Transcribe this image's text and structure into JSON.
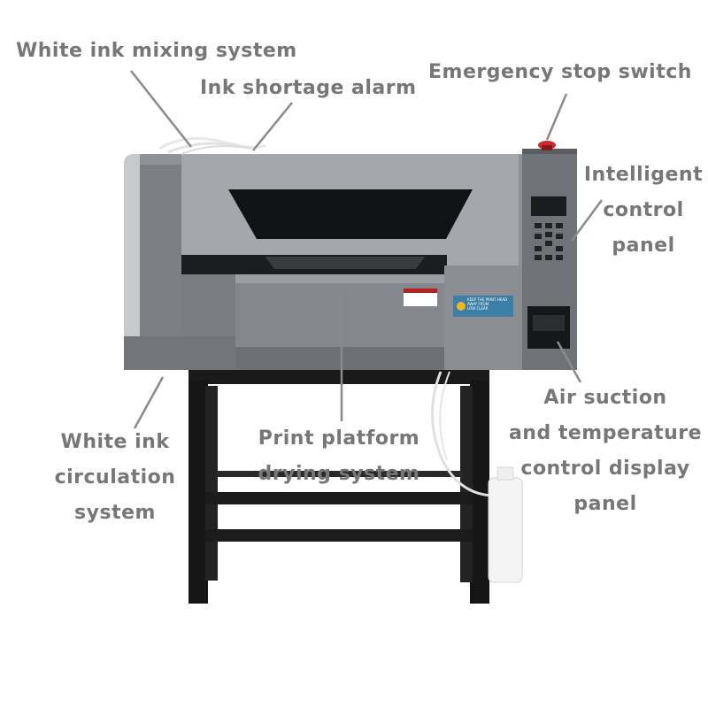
{
  "labels": {
    "white_ink_mixing": "White ink mixing system",
    "ink_shortage": "Ink shortage alarm",
    "emergency_stop": "Emergency stop switch",
    "intelligent_control": [
      "Intelligent",
      "control",
      "panel"
    ],
    "air_suction": [
      "Air suction",
      "and temperature",
      "control display",
      "panel"
    ],
    "print_platform": [
      "Print platform",
      "drying system"
    ],
    "white_ink_circulation": [
      "White ink",
      "circulation",
      "system"
    ]
  },
  "panel_sticker": [
    "KEEP THE PRINT HEAD",
    "AWAY FROM",
    "LOW CLEAR"
  ],
  "colors": {
    "label_text": "#777777",
    "leader_line": "#8a8a8a",
    "printer_body": "#8e9196",
    "stand": "#151515",
    "emergency_button": "#cc2a2a",
    "sticker": "#3c7fa6"
  }
}
